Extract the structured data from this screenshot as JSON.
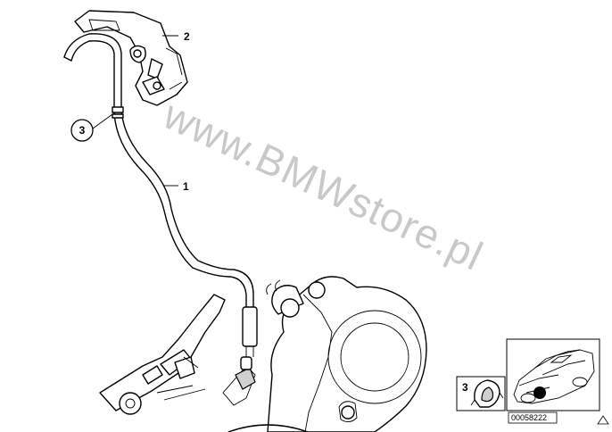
{
  "diagram": {
    "callouts": {
      "part_1": "1",
      "part_2": "2",
      "part_3": "3"
    },
    "inset_clip_label": "3",
    "image_code": "00058222",
    "watermark": "www.BMWstore.pl",
    "icons": [
      "breather-hose-icon",
      "hose-bracket-icon",
      "hose-clip-icon",
      "transfer-case-icon",
      "vehicle-location-icon"
    ]
  }
}
